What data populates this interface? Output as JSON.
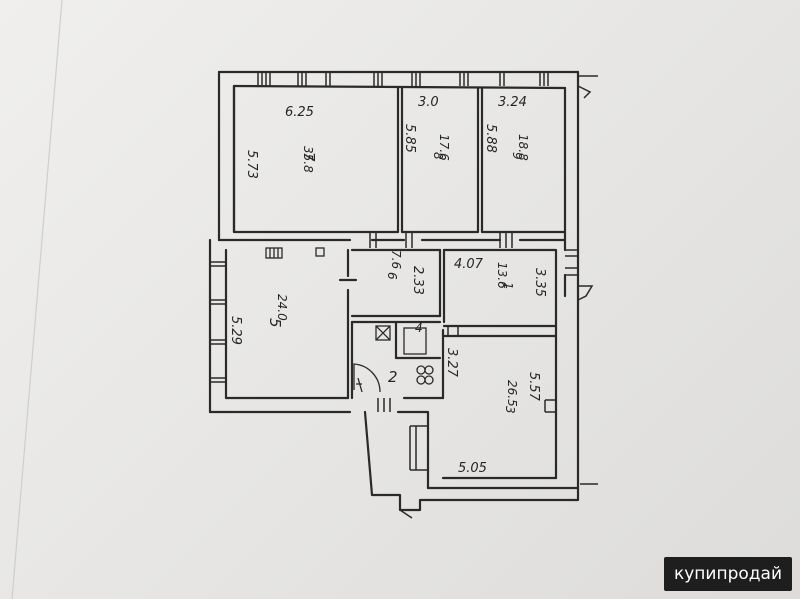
{
  "watermark": {
    "text": "купипродай"
  },
  "rooms": [
    {
      "id": "7",
      "width": "6.25",
      "length": "5.73",
      "area": "35.8"
    },
    {
      "id": "8",
      "width": "3.0",
      "length": "5.85",
      "area": "17.6"
    },
    {
      "id": "9",
      "width": "3.24",
      "length": "5.88",
      "area": "18.8"
    },
    {
      "id": "5",
      "length": "5.29",
      "area": "24.0"
    },
    {
      "id": "6",
      "length": "2.33",
      "area": "7.6"
    },
    {
      "id": "1",
      "width": "4.07",
      "length": "3.35",
      "area": "13.6"
    },
    {
      "id": "4"
    },
    {
      "id": "2"
    },
    {
      "id": "3",
      "width": "5.05",
      "length": "5.57",
      "extra": "3.27",
      "area": "26.5"
    }
  ],
  "colors": {
    "ink": "#2a2a2a",
    "paper": "#ecebe9",
    "badge_bg": "#1e1e1e",
    "badge_text": "#ffffff"
  }
}
